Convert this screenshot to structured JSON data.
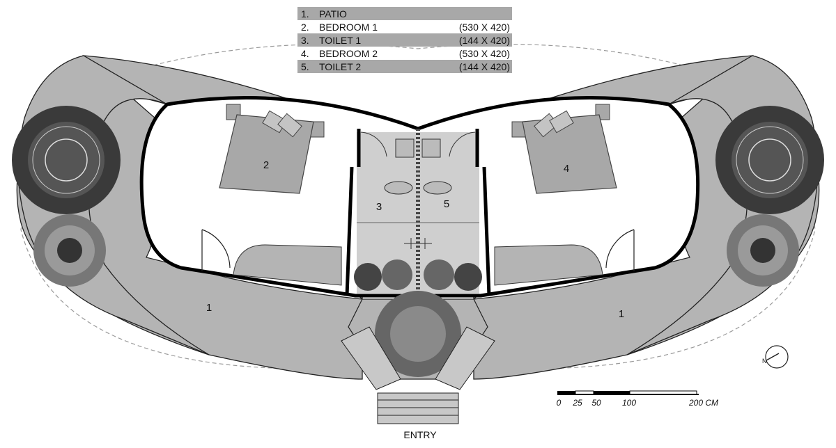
{
  "legend": [
    {
      "num": "1.",
      "name": "PATIO",
      "dim": ""
    },
    {
      "num": "2.",
      "name": "BEDROOM 1",
      "dim": "(530 X 420)"
    },
    {
      "num": "3.",
      "name": "TOILET 1",
      "dim": "(144 X 420)"
    },
    {
      "num": "4.",
      "name": "BEDROOM 2",
      "dim": "(530 X 420)"
    },
    {
      "num": "5.",
      "name": "TOILET 2",
      "dim": "(144 X 420)"
    }
  ],
  "room_labels": {
    "patio_left": "1",
    "patio_right": "1",
    "bedroom1": "2",
    "toilet1": "3",
    "bedroom2": "4",
    "toilet2": "5"
  },
  "entry_label": "ENTRY",
  "north_label": "N",
  "scale": {
    "ticks": [
      "0",
      "25",
      "50",
      "100",
      "200 CM"
    ]
  },
  "colors": {
    "patio": "#b4b4b4",
    "room": "#ffffff",
    "toilet": "#cfcfcf",
    "furniture": "#a8a8a8",
    "wall": "#000000"
  }
}
